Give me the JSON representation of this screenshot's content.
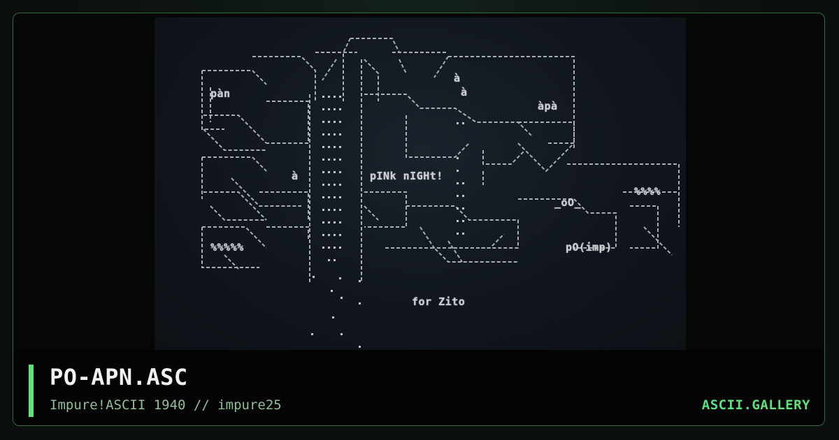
{
  "artwork": {
    "labels": {
      "center": "pINk nIGHt!",
      "dedication": "for Zito",
      "left_tag": "%%%%%",
      "right_tag": "%%%%",
      "right_note": "pO(imp)",
      "eye_mark": "_oO_",
      "left_small": "à",
      "top_small": "à",
      "top_small_2": "à",
      "left_logo": "pàn",
      "right_logo": "àpà"
    }
  },
  "footer": {
    "title": "PO-APN.ASC",
    "subtitle": "Impure!ASCII 1940 // impure25",
    "brand": "ASCII.GALLERY"
  },
  "colors": {
    "accent": "#5ee07a",
    "border": "#2b6e3c",
    "ascii": "#c8cbd0"
  }
}
